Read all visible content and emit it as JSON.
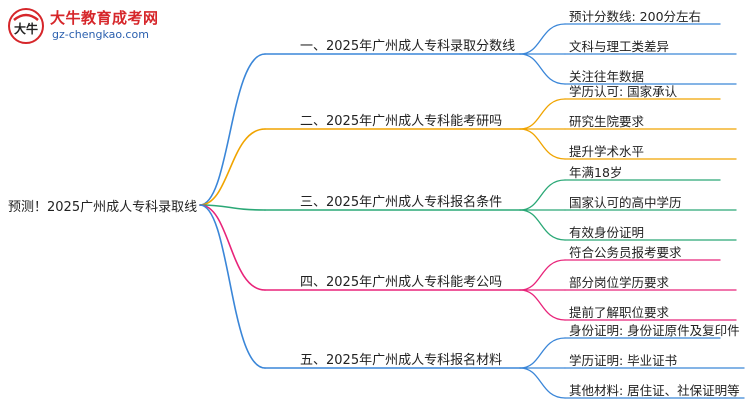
{
  "logo": {
    "title": "大牛教育成考网",
    "url": "gz-chengkao.com",
    "mark_text": "大牛"
  },
  "root": "预测！2025广州成人专科录取线",
  "branches": [
    {
      "label": "一、2025年广州成人专科录取分数线",
      "color": "#3a86d8",
      "children": [
        "预计分数线: 200分左右",
        "文科与理工类差异",
        "关注往年数据"
      ]
    },
    {
      "label": "二、2025年广州成人专科能考研吗",
      "color": "#f0a400",
      "children": [
        "学历认可: 国家承认",
        "研究生院要求",
        "提升学术水平"
      ]
    },
    {
      "label": "三、2025年广州成人专科报名条件",
      "color": "#2aa876",
      "children": [
        "年满18岁",
        "国家认可的高中学历",
        "有效身份证明"
      ]
    },
    {
      "label": "四、2025年广州成人专科能考公吗",
      "color": "#e8247a",
      "children": [
        "符合公务员报考要求",
        "部分岗位学历要求",
        "提前了解职位要求"
      ]
    },
    {
      "label": "五、2025年广州成人专科报名材料",
      "color": "#3a86d8",
      "children": [
        "身份证明: 身份证原件及复印件",
        "学历证明: 毕业证书",
        "其他材料: 居住证、社保证明等"
      ]
    }
  ]
}
